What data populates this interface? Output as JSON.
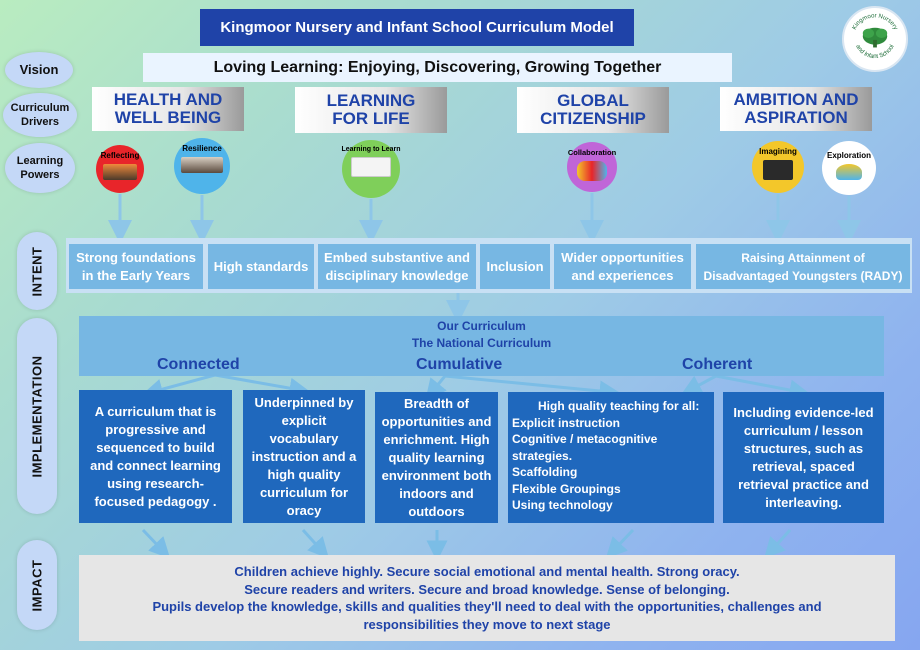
{
  "header": {
    "title": "Kingmoor Nursery and Infant School Curriculum Model"
  },
  "logo": {
    "text": "Kingmoor Nursery and Infant School"
  },
  "side_labels": {
    "vision": "Vision",
    "drivers_line1": "Curriculum",
    "drivers_line2": "Drivers",
    "powers_line1": "Learning",
    "powers_line2": "Powers",
    "intent": "INTENT",
    "implementation": "IMPLEMENTATION",
    "impact": "IMPACT"
  },
  "vision": {
    "text": "Loving Learning: Enjoying, Discovering, Growing Together"
  },
  "drivers": [
    {
      "line1": "HEALTH AND",
      "line2": "WELL BEING"
    },
    {
      "line1": "LEARNING",
      "line2": "FOR LIFE"
    },
    {
      "line1": "GLOBAL",
      "line2": "CITIZENSHIP"
    },
    {
      "line1": "AMBITION AND",
      "line2": "ASPIRATION"
    }
  ],
  "powers": [
    {
      "label": "Reflecting",
      "color": "#e8252a"
    },
    {
      "label": "Resilience",
      "color": "#4fb4ea"
    },
    {
      "label": "Learning to Learn",
      "color": "#7fcf5a"
    },
    {
      "label": "Collaboration",
      "color": "#c065d8"
    },
    {
      "label": "Imagining",
      "color": "#f3c72a"
    },
    {
      "label": "Exploration",
      "color": "#ffffff"
    }
  ],
  "intent": [
    {
      "line1": "Strong foundations",
      "line2": "in the Early Years"
    },
    {
      "line1": "High standards",
      "line2": ""
    },
    {
      "line1": "Embed substantive and",
      "line2": "disciplinary knowledge"
    },
    {
      "line1": "Inclusion",
      "line2": ""
    },
    {
      "line1": "Wider opportunities",
      "line2": "and experiences"
    },
    {
      "line1": "Raising Attainment of",
      "line2": "Disadvantaged Youngsters (RADY)"
    }
  ],
  "curriculum": {
    "line1": "Our Curriculum",
    "line2": "The National Curriculum",
    "connected": "Connected",
    "cumulative": "Cumulative",
    "coherent": "Coherent"
  },
  "implementation": {
    "box1": "A curriculum that is progressive and sequenced to build and connect learning using research-focused pedagogy .",
    "box2": "Underpinned by explicit vocabulary instruction and a high quality curriculum for oracy",
    "box3": "Breadth of opportunities and enrichment. High quality learning environment both indoors and outdoors",
    "box4_title": "High quality teaching for all:",
    "box4_items": [
      "Explicit instruction",
      "Cognitive / metacognitive strategies.",
      "Scaffolding",
      "Flexible Groupings",
      "Using technology"
    ],
    "box5": "Including evidence-led curriculum / lesson structures, such as retrieval, spaced retrieval practice and interleaving."
  },
  "impact": {
    "line1": "Children achieve highly. Secure social emotional and mental health. Strong oracy.",
    "line2": "Secure readers and writers. Secure and broad knowledge. Sense of belonging.",
    "line3": "Pupils develop the knowledge, skills and qualities they'll need to deal with the opportunities, challenges and",
    "line4": "responsibilities they move to next stage"
  }
}
